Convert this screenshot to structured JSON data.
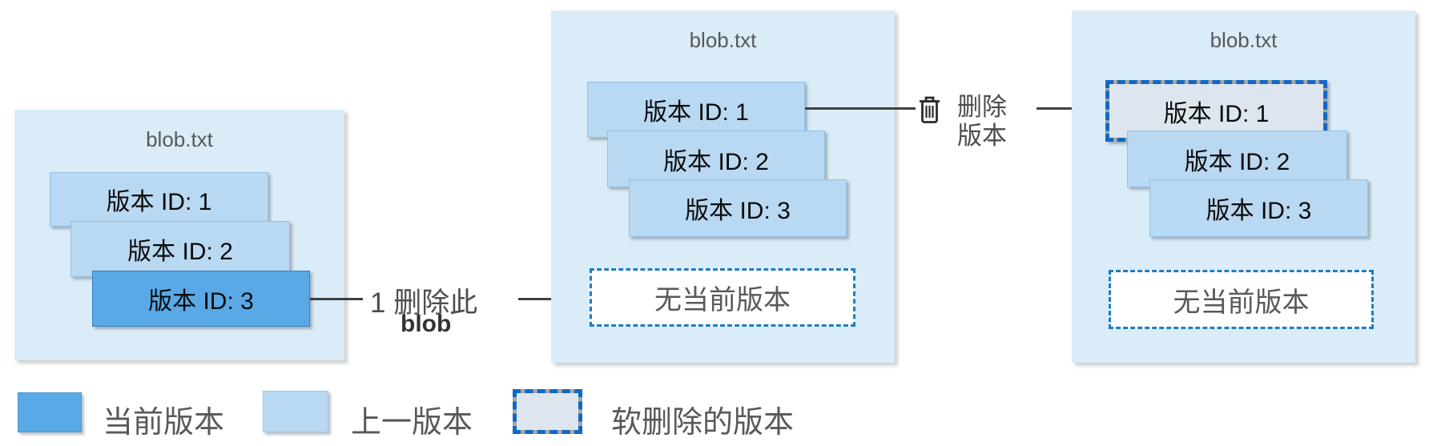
{
  "diagram": {
    "panels": [
      {
        "title": "blob.txt",
        "versions": [
          {
            "label": "版本 ID: 1",
            "state": "previous"
          },
          {
            "label": "版本 ID: 2",
            "state": "previous"
          },
          {
            "label": "版本 ID: 3",
            "state": "current"
          }
        ]
      },
      {
        "title": "blob.txt",
        "versions": [
          {
            "label": "版本 ID: 1",
            "state": "previous"
          },
          {
            "label": "版本 ID: 2",
            "state": "previous"
          },
          {
            "label": "版本 ID: 3",
            "state": "previous"
          }
        ],
        "no_current_version_label": "无当前版本"
      },
      {
        "title": "blob.txt",
        "versions": [
          {
            "label": "版本 ID: 1",
            "state": "soft-deleted"
          },
          {
            "label": "版本 ID: 2",
            "state": "previous"
          },
          {
            "label": "版本 ID: 3",
            "state": "previous"
          }
        ],
        "no_current_version_label": "无当前版本"
      }
    ],
    "arrows": [
      {
        "label_line1": "1 删除此",
        "label_line2": "blob"
      },
      {
        "icon": "trash-icon",
        "label_line1": "删除",
        "label_line2": "版本"
      }
    ],
    "legend": [
      {
        "label": "当前版本",
        "state": "current"
      },
      {
        "label": "上一版本",
        "state": "previous"
      },
      {
        "label": "软删除的版本",
        "state": "soft-deleted"
      }
    ],
    "colors": {
      "panel_bg": "#d9ecf8",
      "previous_fill": "#b9d8f1",
      "current_fill": "#58a9e6",
      "soft_deleted_fill": "#dde6ee",
      "soft_deleted_dash_blue": "#1268c4",
      "soft_deleted_dash_gray": "#a6a6a6",
      "no_current_border": "#1d7dc4",
      "connector_line": "#404040",
      "muted_text": "#595959"
    }
  }
}
